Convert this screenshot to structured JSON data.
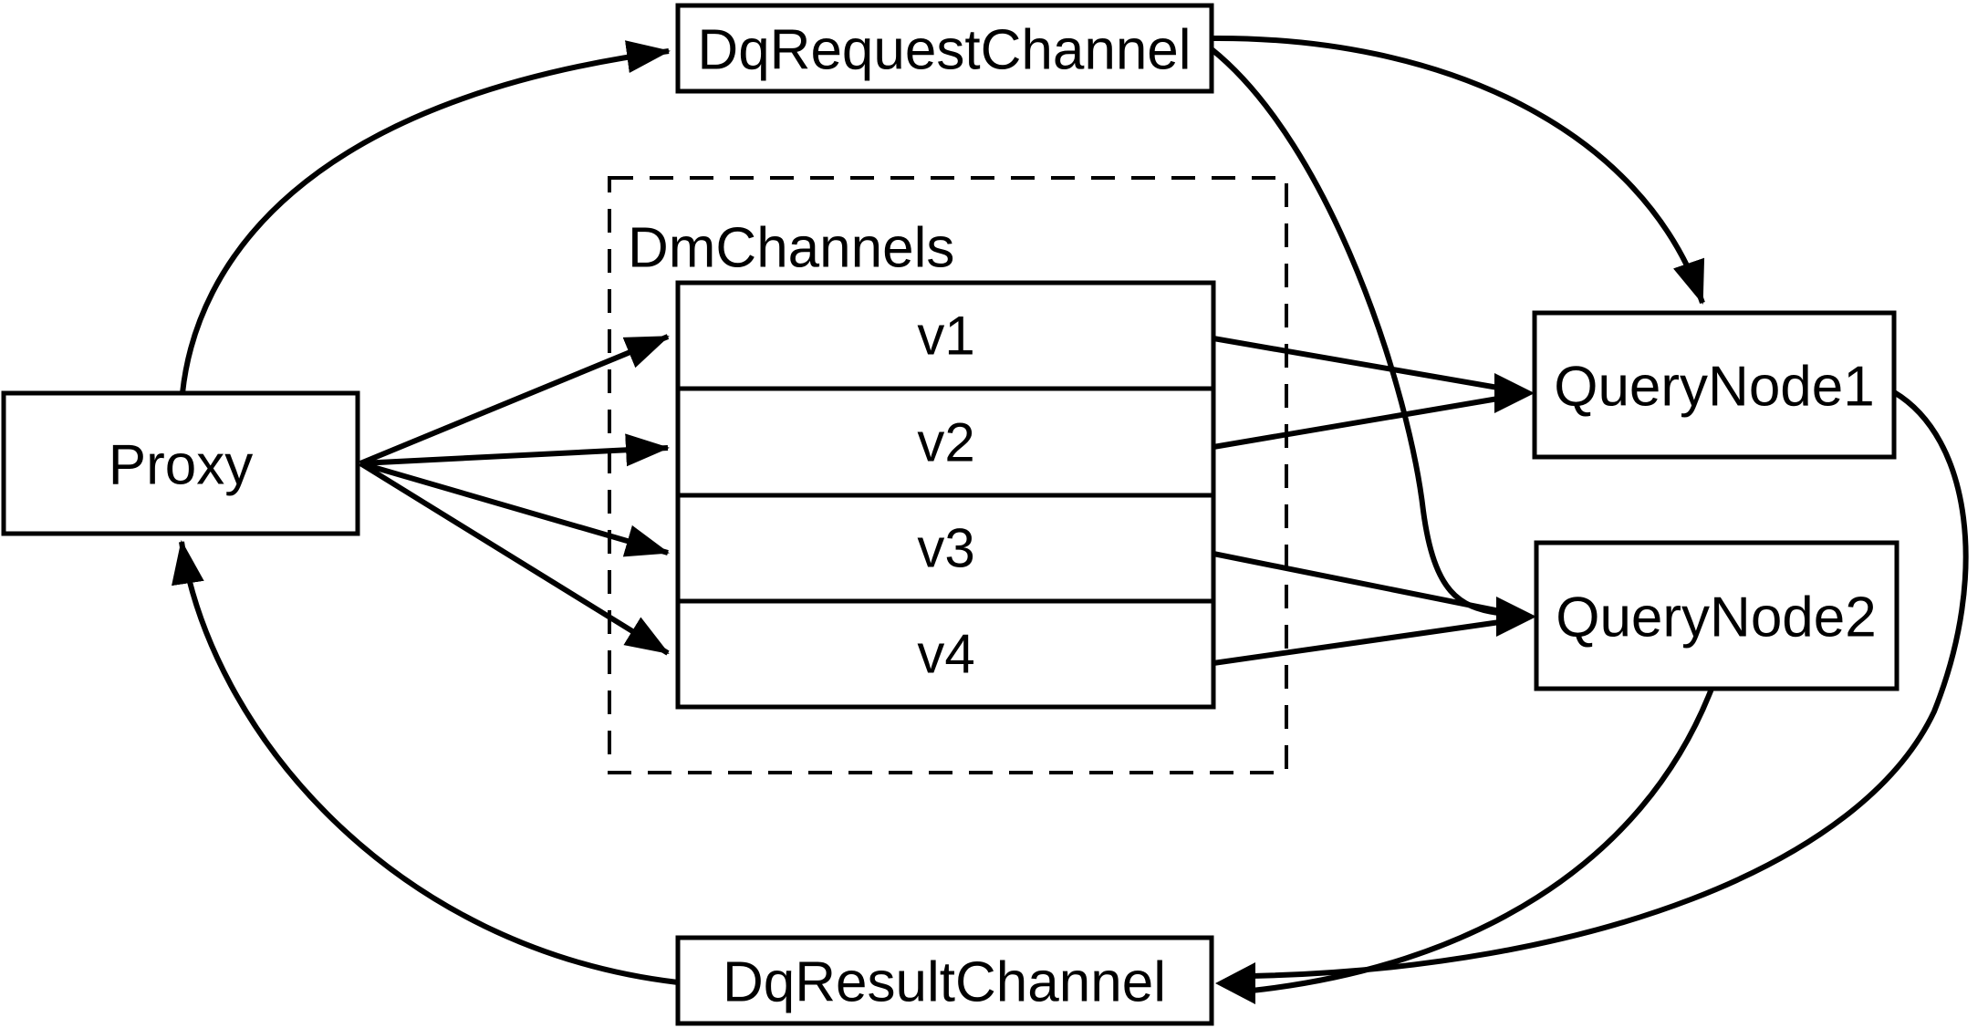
{
  "diagram": {
    "background_color": "#ffffff",
    "stroke_color": "#000000",
    "nodes": {
      "proxy": {
        "label": "Proxy"
      },
      "dq_request_channel": {
        "label": "DqRequestChannel"
      },
      "dm_channels_group": {
        "label": "DmChannels"
      },
      "channel_v1": {
        "label": "v1"
      },
      "channel_v2": {
        "label": "v2"
      },
      "channel_v3": {
        "label": "v3"
      },
      "channel_v4": {
        "label": "v4"
      },
      "query_node1": {
        "label": "QueryNode1"
      },
      "query_node2": {
        "label": "QueryNode2"
      },
      "dq_result_channel": {
        "label": "DqResultChannel"
      }
    },
    "edges": [
      {
        "from": "Proxy",
        "to": "DqRequestChannel"
      },
      {
        "from": "Proxy",
        "to": "v1"
      },
      {
        "from": "Proxy",
        "to": "v2"
      },
      {
        "from": "Proxy",
        "to": "v3"
      },
      {
        "from": "Proxy",
        "to": "v4"
      },
      {
        "from": "v1",
        "to": "QueryNode1"
      },
      {
        "from": "v2",
        "to": "QueryNode1"
      },
      {
        "from": "v3",
        "to": "QueryNode2"
      },
      {
        "from": "v4",
        "to": "QueryNode2"
      },
      {
        "from": "DqRequestChannel",
        "to": "QueryNode1"
      },
      {
        "from": "DqRequestChannel",
        "to": "QueryNode2"
      },
      {
        "from": "QueryNode1",
        "to": "DqResultChannel"
      },
      {
        "from": "QueryNode2",
        "to": "DqResultChannel"
      },
      {
        "from": "DqResultChannel",
        "to": "Proxy"
      }
    ]
  }
}
